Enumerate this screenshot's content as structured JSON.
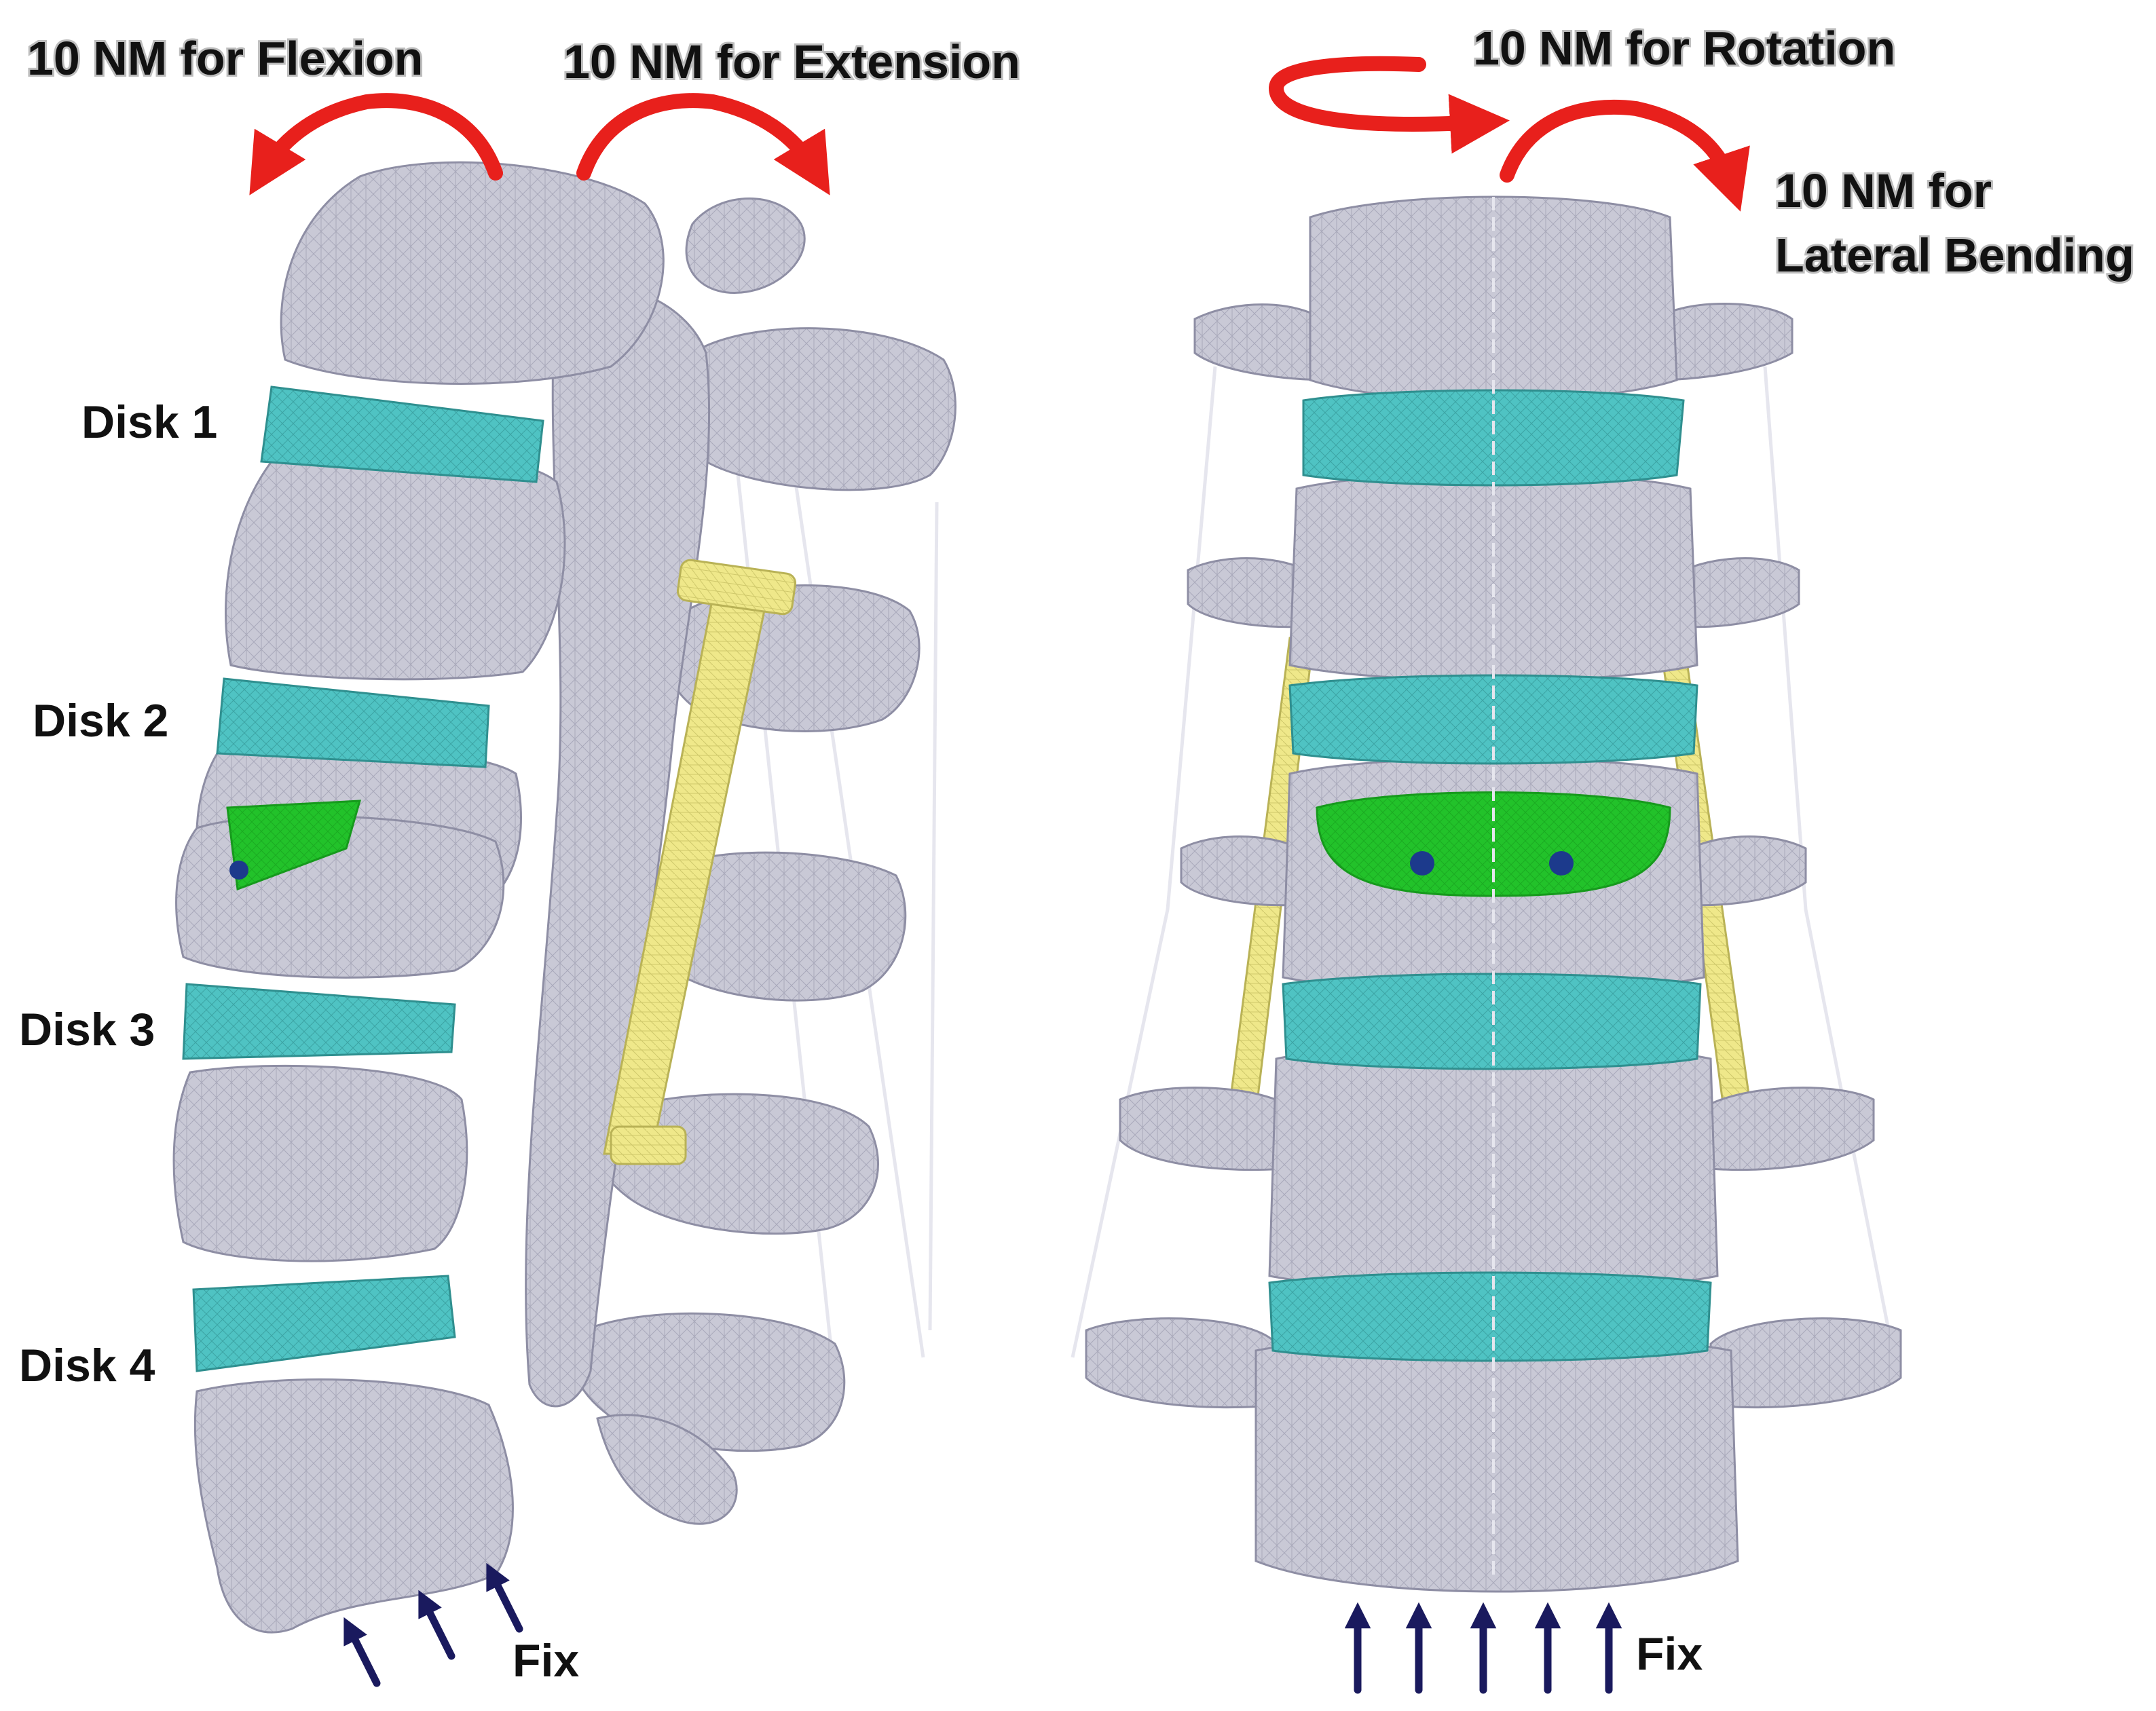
{
  "labels": {
    "flexion": "10 NM for Flexion",
    "extension": "10 NM for Extension",
    "rotation": "10 NM for Rotation",
    "lateral_line1": "10 NM for",
    "lateral_line2": "Lateral Bending",
    "disk1": "Disk 1",
    "disk2": "Disk 2",
    "disk3": "Disk 3",
    "disk4": "Disk 4",
    "fix_left": "Fix",
    "fix_right": "Fix"
  },
  "colors": {
    "bone": "#c9c9d6",
    "bone_edge": "#8e8ea4",
    "disk": "#4fc3c3",
    "cage": "#22c22a",
    "rod": "#efe88a",
    "moment_arrow": "#e8201c",
    "fix_arrow": "#1a1a5e",
    "text": "#111111"
  }
}
